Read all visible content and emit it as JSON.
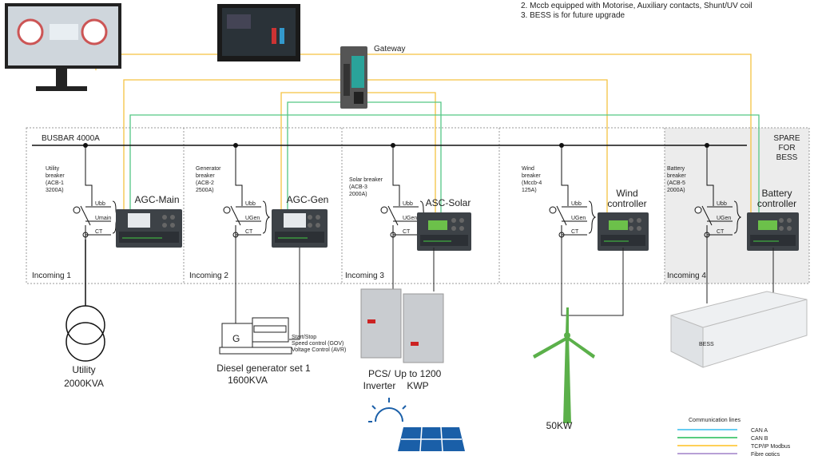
{
  "notes": [
    "2. Mccb equipped with Motorise, Auxiliary contacts, Shunt/UV coil",
    "3. BESS is for future upgrade"
  ],
  "gateway_label": "Gateway",
  "busbar_label": "BUSBAR 4000A",
  "spare": [
    "SPARE",
    "FOR",
    "BESS"
  ],
  "sections": [
    {
      "incoming": "Incoming 1",
      "breaker": [
        "Utility",
        "breaker",
        "(ACB-1",
        "3200A)"
      ],
      "signals": [
        "Ubb",
        "Umain",
        "CT"
      ],
      "controller": [
        "AGC-Main"
      ]
    },
    {
      "incoming": "Incoming 2",
      "breaker": [
        "Generator",
        "breaker",
        "(ACB-2",
        "2500A)"
      ],
      "signals": [
        "Ubb",
        "UGen",
        "CT"
      ],
      "controller": [
        "AGC-Gen"
      ]
    },
    {
      "incoming": "Incoming 3",
      "breaker": [
        "Solar breaker",
        "(ACB-3",
        "2000A)"
      ],
      "signals": [
        "Ubb",
        "UGen",
        "CT"
      ],
      "controller": [
        "ASC-Solar"
      ]
    },
    {
      "incoming": "",
      "breaker": [
        "Wind",
        "breaker",
        "(Mccb-4",
        "125A)"
      ],
      "signals": [
        "Ubb",
        "UGen",
        "CT"
      ],
      "controller": [
        "Wind",
        "controller"
      ]
    },
    {
      "incoming": "Incoming 4",
      "breaker": [
        "Battery",
        "breaker",
        "(ACB-5",
        "2000A)"
      ],
      "signals": [
        "Ubb",
        "UGen",
        "CT"
      ],
      "controller": [
        "Battery",
        "controller"
      ]
    }
  ],
  "utility": {
    "name": "Utility",
    "rating": "2000KVA"
  },
  "diesel": {
    "name": "Diesel generator set 1",
    "rating": "1600KVA",
    "symbol": "G",
    "controls": [
      "Start/Stop",
      "Speed control (GOV)",
      "Voltage Control (AVR)"
    ]
  },
  "solar": {
    "inverter": [
      "PCS/",
      "Inverter"
    ],
    "capacity": [
      "Up to 1200",
      "KWP"
    ]
  },
  "wind": {
    "rating": "50KW"
  },
  "bess": {
    "label": "BESS"
  },
  "legend": {
    "title": "Communication lines",
    "items": [
      {
        "label": "CAN A",
        "color": "#33bbee"
      },
      {
        "label": "CAN B",
        "color": "#22bb55"
      },
      {
        "label": "TCP/IP Modbus",
        "color": "#ffc020"
      },
      {
        "label": "Fibre optics",
        "color": "#a080c8"
      }
    ]
  },
  "colors": {
    "tcp": "#f5c242",
    "canb": "#55c785",
    "busbar": "#111111"
  }
}
